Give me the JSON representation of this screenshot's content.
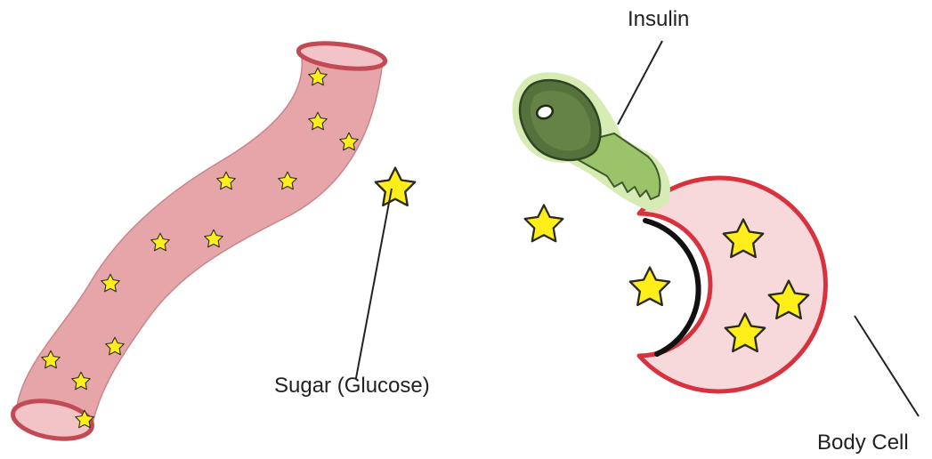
{
  "labels": {
    "insulin": "Insulin",
    "sugar": "Sugar (Glucose)",
    "body_cell": "Body Cell"
  },
  "colors": {
    "vessel_fill": "#e6a5a8",
    "vessel_rim": "#c24a55",
    "vessel_opening": "#f2c4c7",
    "cell_fill": "#f7d9dc",
    "cell_border": "#d8323e",
    "receptor": "#111111",
    "key_dark": "#55723d",
    "key_light": "#9bc46a",
    "key_glow": "#d6ecb4",
    "star_fill": "#ffee1a",
    "star_stroke": "#2b2b1c",
    "leader_line": "#222222"
  }
}
